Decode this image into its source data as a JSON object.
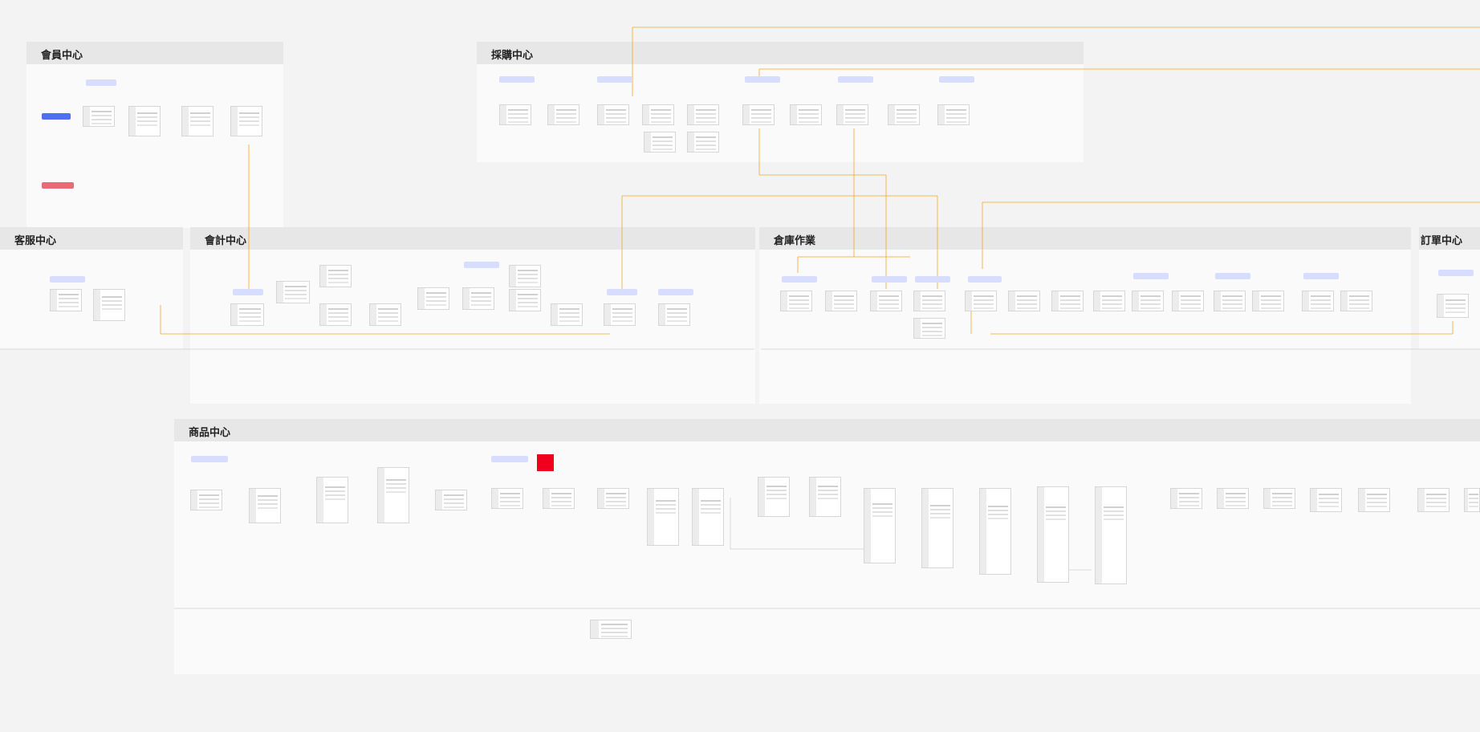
{
  "sections": {
    "member": {
      "title": "會員中心"
    },
    "purchase": {
      "title": "採購中心"
    },
    "service": {
      "title": "客服中心"
    },
    "accounting": {
      "title": "會計中心"
    },
    "warehouse": {
      "title": "倉庫作業"
    },
    "order": {
      "title": "訂單中心"
    },
    "product": {
      "title": "商品中心"
    }
  },
  "member": {
    "tag_top": "",
    "tag_vip": "",
    "tag_red": ""
  },
  "purchase": {
    "note": ""
  },
  "accounting": {
    "red_note": ""
  },
  "colors": {
    "flow_line": "#f5a623",
    "tag_bg": "#d6ddff",
    "tag_text": "#3a4ec7",
    "accent_blue": "#4f6ff0",
    "accent_red": "#ea6a75",
    "square_red": "#f0001c"
  }
}
